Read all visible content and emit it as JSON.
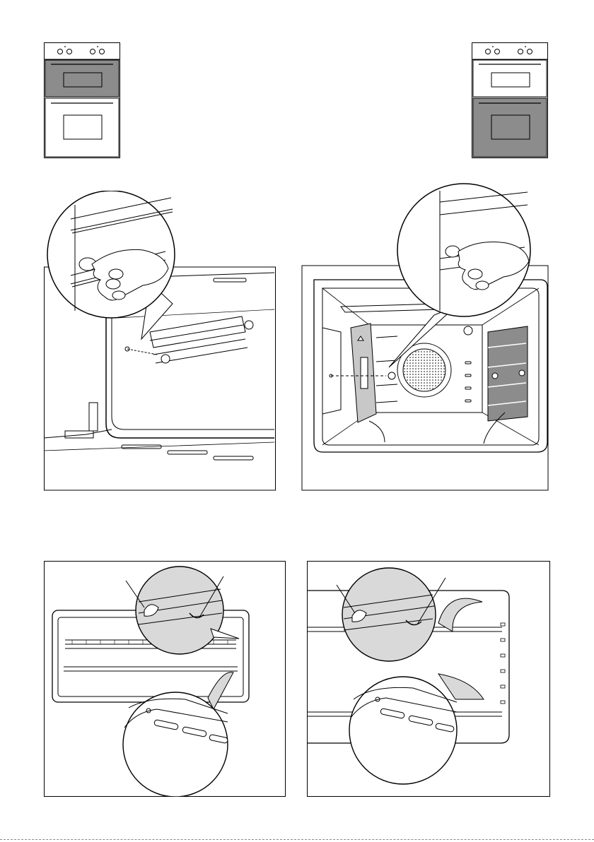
{
  "colors": {
    "shaded": "#8c8c8c",
    "light_shade": "#d9d9d9",
    "line": "#1a1a1a",
    "background": "#ffffff"
  },
  "icons": {
    "oven_top_cavity_selected": "double-oven-top-selected-icon",
    "oven_bottom_cavity_selected": "double-oven-bottom-selected-icon"
  },
  "figures": [
    {
      "id": "fig-top-oven-runner-removal",
      "icon": "hand-unscrew-icon"
    },
    {
      "id": "fig-bottom-oven-side-panel-removal",
      "icon": "hand-unscrew-icon"
    },
    {
      "id": "fig-top-oven-shelf-fitting",
      "icon": "shelf-detail-icon"
    },
    {
      "id": "fig-bottom-oven-shelf-fitting",
      "icon": "shelf-detail-icon"
    }
  ]
}
